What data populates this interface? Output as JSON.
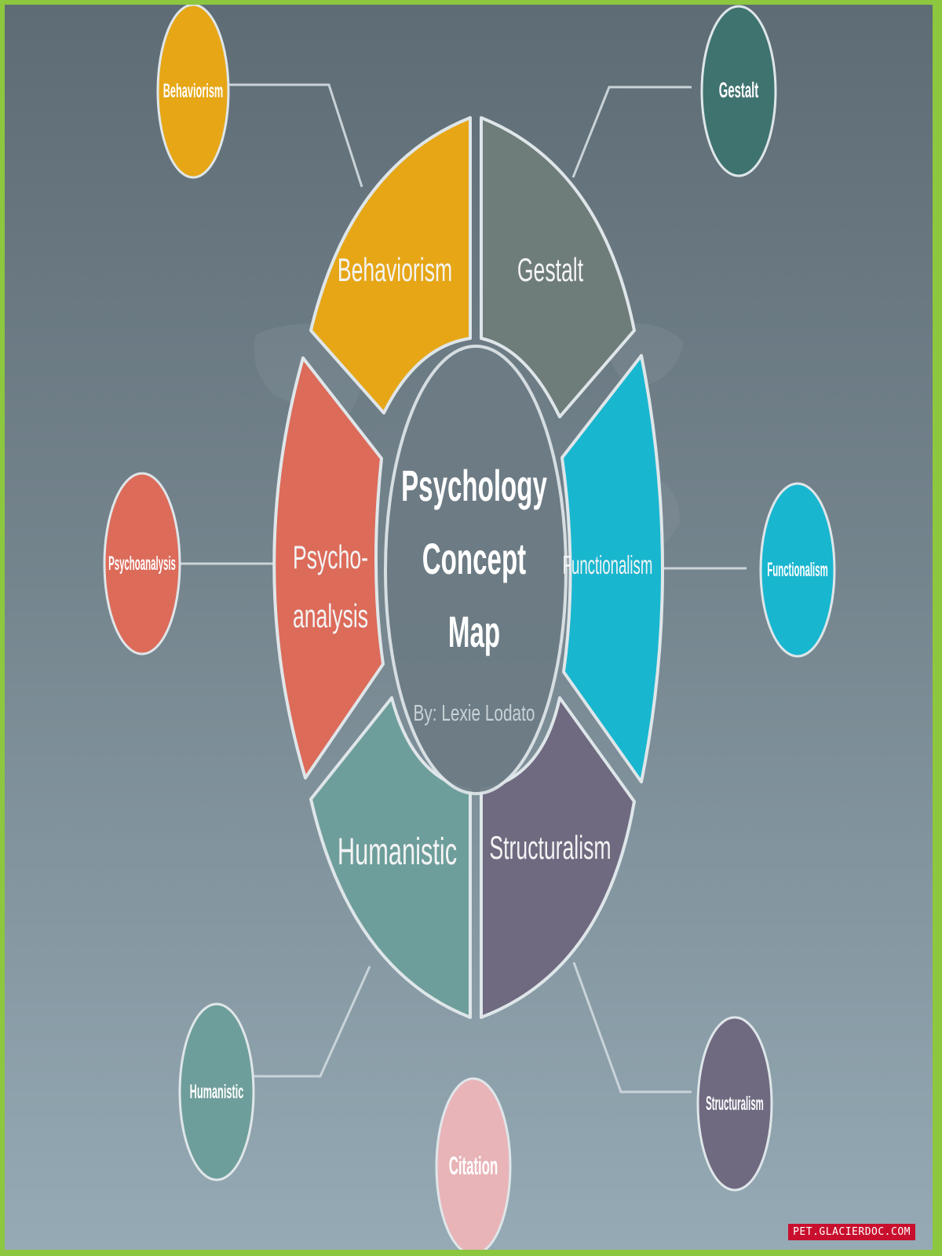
{
  "title_lines": [
    "Psychology",
    "Concept",
    "Map"
  ],
  "byline": "By: Lexie Lodato",
  "segments": {
    "behaviorism": "Behaviorism",
    "gestalt": "Gestalt",
    "psychoanalysis_line1": "Psycho-",
    "psychoanalysis_line2": "analysis",
    "functionalism": "Functionalism",
    "humanistic": "Humanistic",
    "structuralism": "Structuralism"
  },
  "nodes": {
    "behaviorism": "Behaviorism",
    "gestalt": "Gestalt",
    "psychoanalysis": "Psychoanalysis",
    "functionalism": "Functionalism",
    "humanistic": "Humanistic",
    "structuralism": "Structuralism",
    "citation": "Citation"
  },
  "colors": {
    "behaviorism": "#e6a616",
    "gestalt": "#6e7c7a",
    "psychoanalysis": "#dc6b5a",
    "functionalism": "#19b6cf",
    "humanistic": "#6e9e9b",
    "structuralism": "#6f6a80",
    "gestalt_node": "#3f7370",
    "citation": "#e8b4b8",
    "center": "#6c7b84",
    "frame_border": "#8dc63f"
  },
  "watermark": "PET.GLACIERDOC.COM"
}
